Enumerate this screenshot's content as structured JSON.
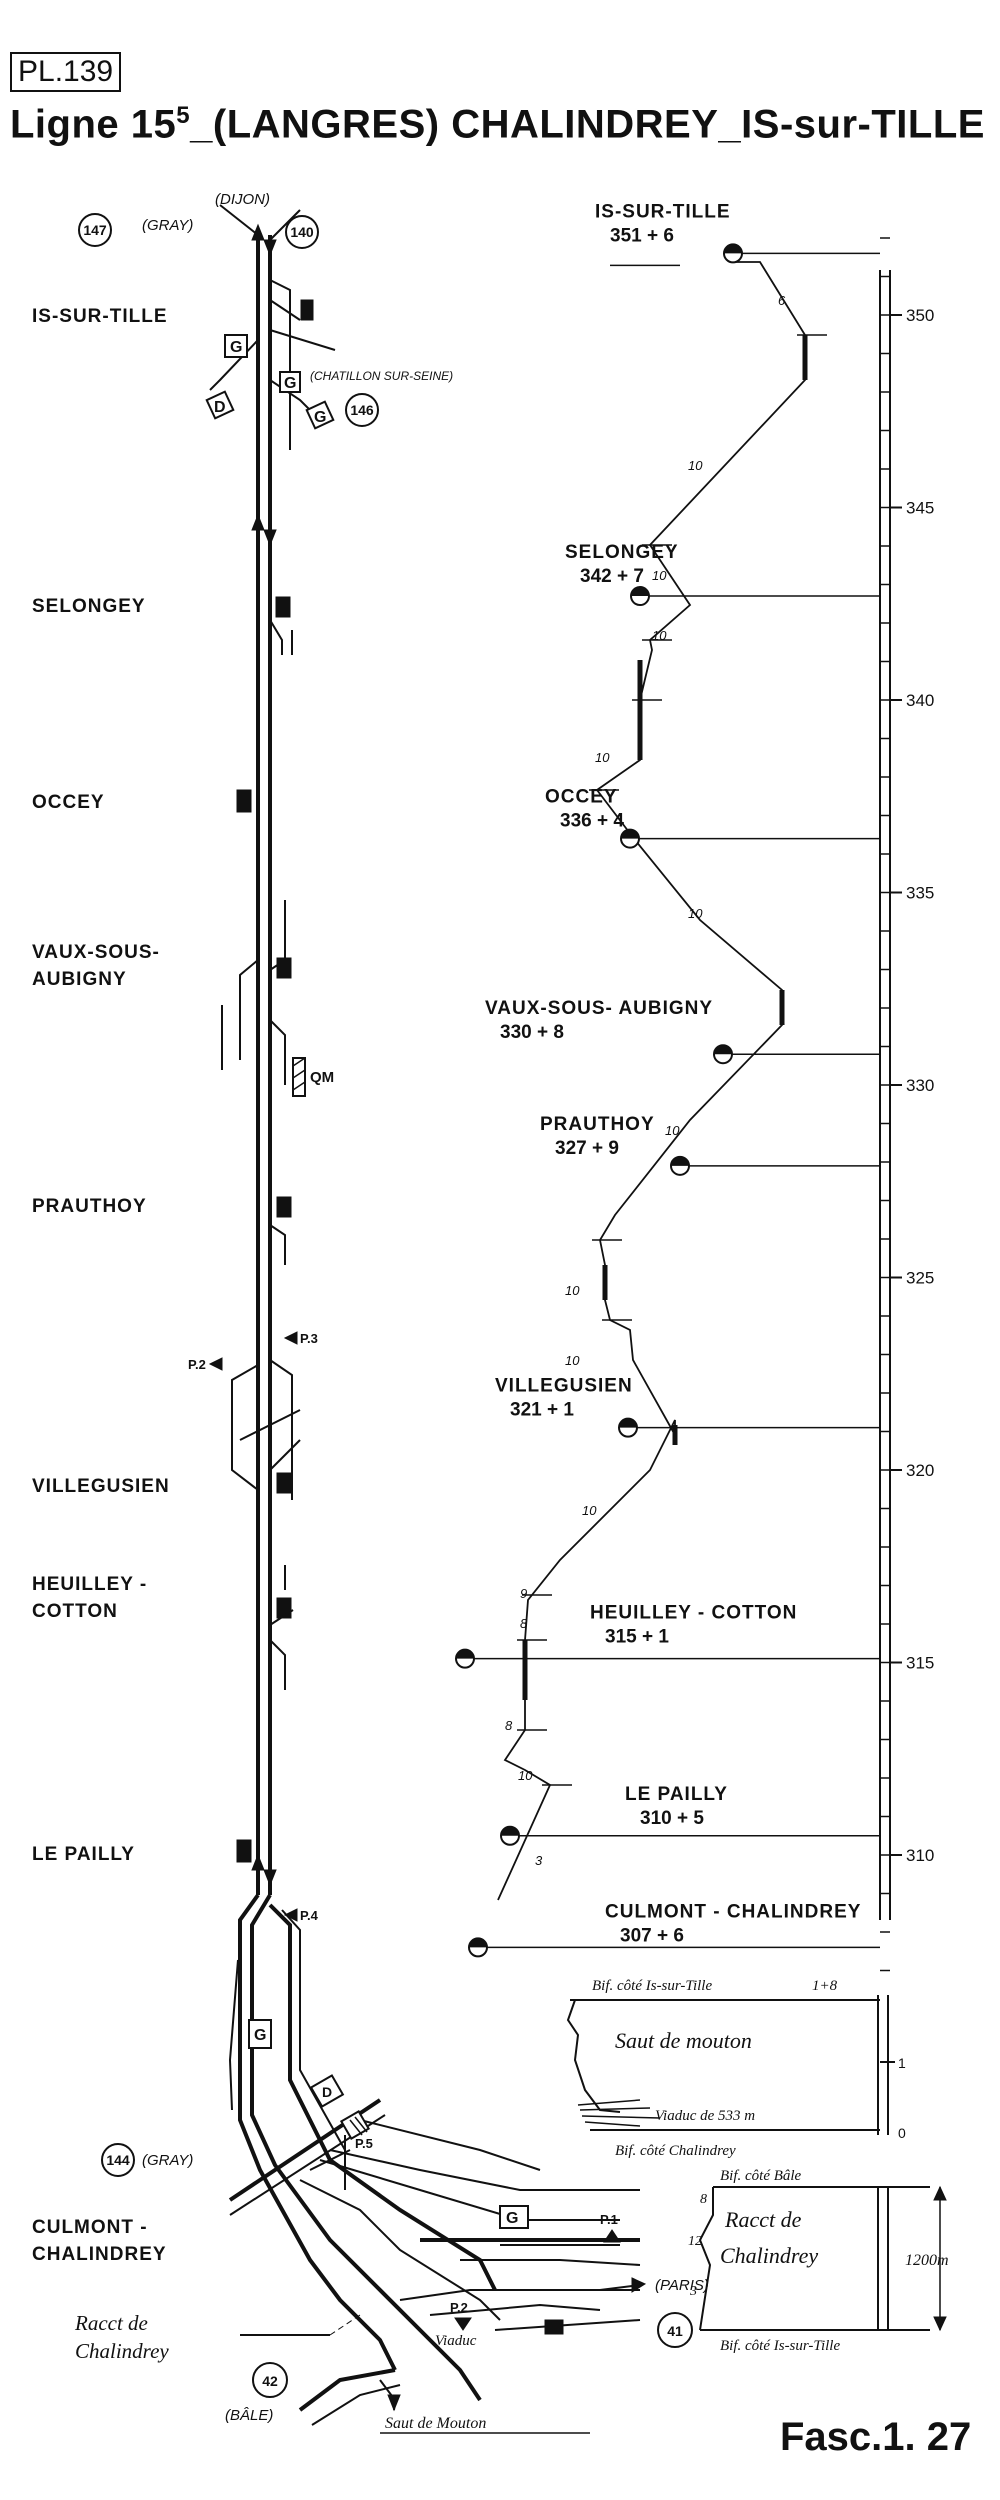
{
  "header": {
    "plate_label": "PL.139",
    "title_prefix": "Ligne 15",
    "title_superscript": "5",
    "title_suffix": "_(LANGRES) CHALINDREY_IS-sur-TILLE"
  },
  "footer": {
    "fascicle": "Fasc.1. 27"
  },
  "schematic": {
    "direction_labels": {
      "dijon": "(DIJON)",
      "gray_top": "(GRAY)",
      "chatillon": "(CHATILLON SUR-SEINE)",
      "gray_bottom": "(GRAY)",
      "paris": "(PARIS)",
      "bale": "(BÂLE)"
    },
    "circled_refs": {
      "r147": "147",
      "r140": "140",
      "r146": "146",
      "r144": "144",
      "r42": "42",
      "r41": "41"
    },
    "stations": [
      {
        "name": "IS-SUR-TILLE"
      },
      {
        "name": "SELONGEY"
      },
      {
        "name": "OCCEY"
      },
      {
        "name": "VAUX-SOUS-"
      },
      {
        "name": "AUBIGNY"
      },
      {
        "name": "PRAUTHOY"
      },
      {
        "name": "VILLEGUSIEN"
      },
      {
        "name": "HEUILLEY -"
      },
      {
        "name": "COTTON"
      },
      {
        "name": "LE PAILLY"
      },
      {
        "name": "CULMONT -"
      },
      {
        "name": "CHALINDREY"
      }
    ],
    "post_labels": {
      "qm": "QM",
      "p2": "P.2",
      "p3": "P.3",
      "p4": "P.4",
      "p5": "P.5",
      "p1": "P.1",
      "p2b": "P.2",
      "g": "G",
      "d": "D"
    },
    "junction_labels": {
      "racct_1": "Racct de",
      "racct_2": "Chalindrey",
      "viaduc": "Viaduc",
      "saut": "Saut de Mouton"
    }
  },
  "profile": {
    "km_axis": {
      "ticks": [
        350,
        345,
        340,
        335,
        330,
        325,
        320,
        315,
        310
      ],
      "min": 307,
      "max": 352
    },
    "stations": [
      {
        "name": "IS-SUR-TILLE",
        "pk": "351 + 6",
        "km": 351.6
      },
      {
        "name": "SELONGEY",
        "pk": "342 + 7",
        "km": 342.7
      },
      {
        "name": "OCCEY",
        "pk": "336 + 4",
        "km": 336.4
      },
      {
        "name": "VAUX-SOUS- AUBIGNY",
        "pk": "330 + 8",
        "km": 330.8
      },
      {
        "name": "PRAUTHOY",
        "pk": "327 + 9",
        "km": 327.9
      },
      {
        "name": "VILLEGUSIEN",
        "pk": "321 + 1",
        "km": 321.1
      },
      {
        "name": "HEUILLEY - COTTON",
        "pk": "315 + 1",
        "km": 315.1
      },
      {
        "name": "LE PAILLY",
        "pk": "310 + 5",
        "km": 310.5
      },
      {
        "name": "CULMONT - CHALINDREY",
        "pk": "307 + 6",
        "km": 307.6
      }
    ],
    "gradients": [
      "6",
      "10",
      "10",
      "10",
      "10",
      "10",
      "10",
      "10",
      "10",
      "10",
      "9",
      "8",
      "8",
      "10",
      "3"
    ]
  },
  "inset_saut": {
    "top_label": "Bif. côté Is-sur-Tille",
    "top_value": "1+8",
    "title": "Saut de mouton",
    "viaduct": "Viaduc de 533 m",
    "bottom_label": "Bif. côté Chalindrey",
    "scale_1": "1",
    "scale_0": "0"
  },
  "inset_racct": {
    "top_label": "Bif. côté Bâle",
    "title_1": "Racct de",
    "title_2": "Chalindrey",
    "grad_8": "8",
    "grad_12": "12",
    "grad_3": "3",
    "length": "1200m",
    "bottom_label": "Bif. côté Is-sur-Tille"
  }
}
